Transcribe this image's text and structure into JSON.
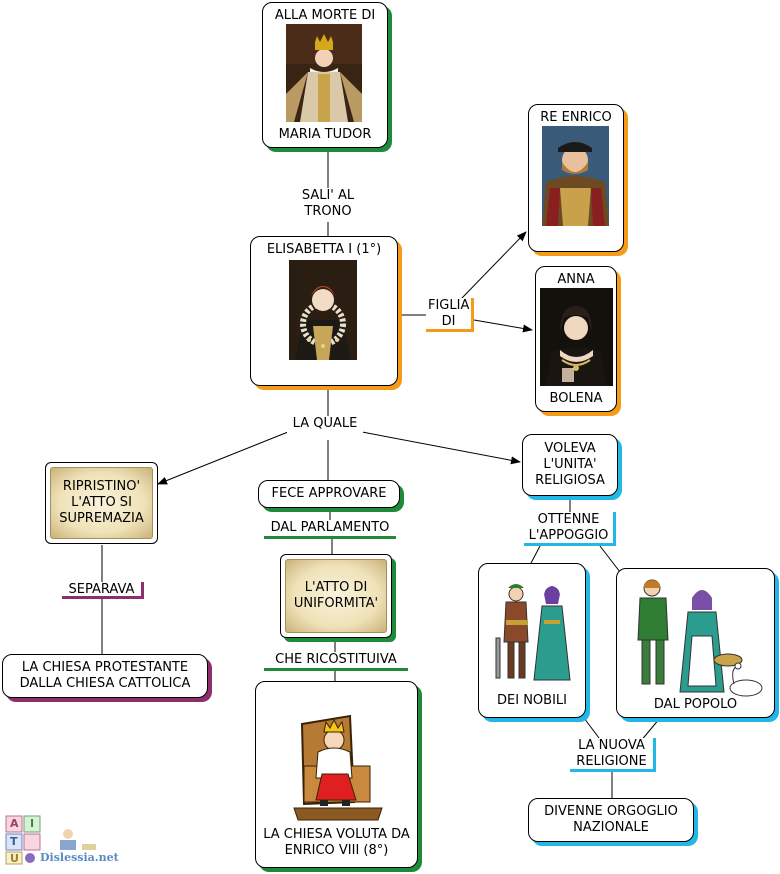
{
  "nodes": {
    "maria_top": "ALLA MORTE DI",
    "maria_bottom": "MARIA TUDOR",
    "elisabetta": "ELISABETTA I (1°)",
    "enrico": "RE ENRICO",
    "anna_top": "ANNA",
    "anna_bottom": "BOLENA",
    "ripristino": "RIPRISTINO' L'ATTO SI SUPREMAZIA",
    "chiesa_protestante": "LA CHIESA PROTESTANTE DALLA CHIESA CATTOLICA",
    "fece_approvare": "FECE APPROVARE",
    "atto_uniformita": "L'ATTO DI UNIFORMITA'",
    "chiesa_voluta": "LA CHIESA VOLUTA DA ENRICO VIII (8°)",
    "voleva": "VOLEVA L'UNITA' RELIGIOSA",
    "nobili": "DEI NOBILI",
    "popolo": "DAL POPOLO",
    "orgoglio": "DIVENNE ORGOGLIO NAZIONALE"
  },
  "links": {
    "sali": "SALI' AL TRONO",
    "figlia": "FIGLIA DI",
    "la_quale": "LA QUALE",
    "separava": "SEPARAVA",
    "dal_parlamento": "DAL PARLAMENTO",
    "che_ricostituiva": "CHE RICOSTITUIVA",
    "ottenne": "OTTENNE L'APPOGGIO",
    "nuova_religione": "LA NUOVA RELIGIONE"
  },
  "logo": {
    "letters": [
      "A",
      "I",
      "T",
      "U"
    ],
    "text": "Dislessia.net"
  },
  "colors": {
    "green": "#1e8a3a",
    "orange": "#f59b1a",
    "cyan": "#21b8e8",
    "purple": "#8e2f6b"
  }
}
